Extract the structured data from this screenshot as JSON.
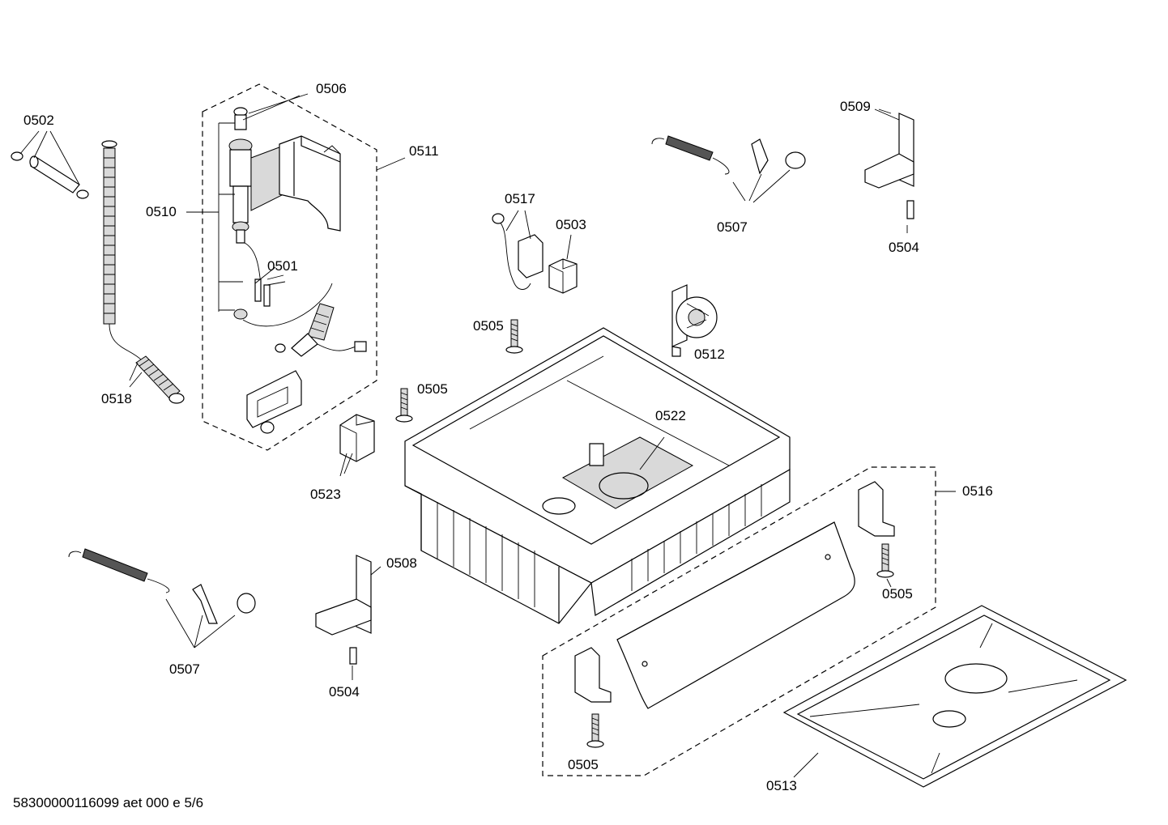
{
  "labels": {
    "l0502": "0502",
    "l0506": "0506",
    "l0511": "0511",
    "l0510": "0510",
    "l0501": "0501",
    "l0518": "0518",
    "l0517": "0517",
    "l0503": "0503",
    "l0505a": "0505",
    "l0505b": "0505",
    "l0505c": "0505",
    "l0505d": "0505",
    "l0523": "0523",
    "l0507a": "0507",
    "l0507b": "0507",
    "l0509": "0509",
    "l0504a": "0504",
    "l0504b": "0504",
    "l0512": "0512",
    "l0522": "0522",
    "l0516": "0516",
    "l0508": "0508",
    "l0513": "0513"
  },
  "footer": {
    "code": "58300000116099 aet 000 e 5/6"
  }
}
